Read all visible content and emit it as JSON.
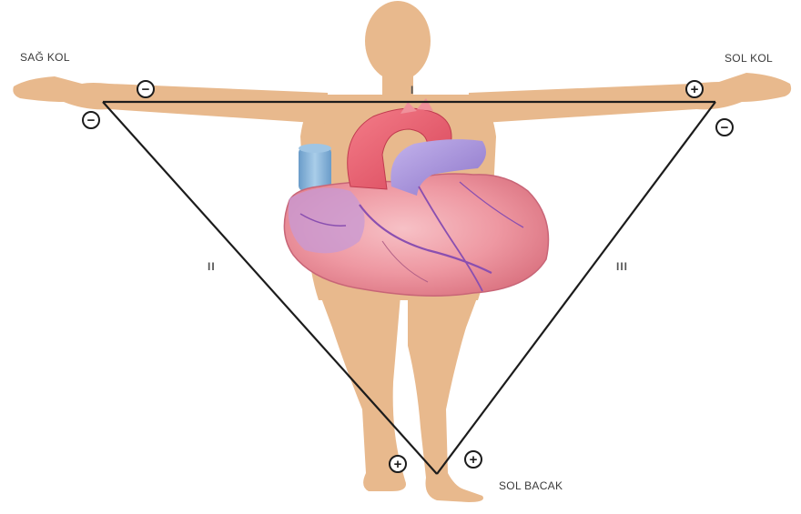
{
  "labels": {
    "right_arm": "SAĞ KOL",
    "left_arm": "SOL KOL",
    "left_leg": "SOL BACAK"
  },
  "leads": {
    "lead_1": "I",
    "lead_2": "II",
    "lead_3": "III"
  },
  "polarity": {
    "right_arm_lead1": "−",
    "left_arm_lead1": "+",
    "right_arm_lead2": "−",
    "left_arm_lead3": "−",
    "left_leg_lead2": "+",
    "left_leg_lead3": "+"
  },
  "colors": {
    "skin": "#e8b98d",
    "heart": "#ec8a96",
    "aorta": "#ea5f6e",
    "vena_cava": "#7fb2d8",
    "pulmonary": "#a58fd6",
    "triangle": "#1c1c1c"
  }
}
